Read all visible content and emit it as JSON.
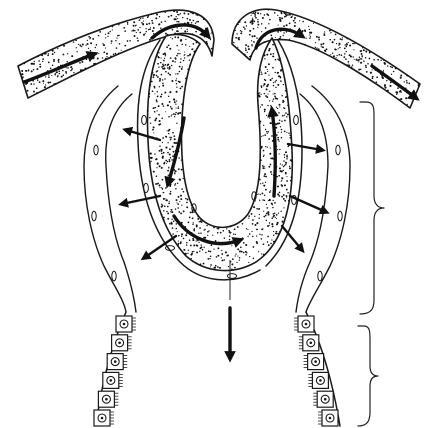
{
  "figure": {
    "colors": {
      "ink": "#1a1a1a",
      "paper": "#ffffff",
      "blood_dots": "#111111"
    },
    "parts": [
      "afferent-arteriole",
      "efferent-arteriole",
      "glomerular-capillary-loop",
      "bowmans-capsule-parietal-layer",
      "visceral-epithelium",
      "proximal-tubule-epithelium",
      "blood-flow-arrows",
      "filtration-arrows",
      "filtrate-outflow-arrow",
      "capsule-brace",
      "tubule-brace"
    ],
    "labels": []
  }
}
